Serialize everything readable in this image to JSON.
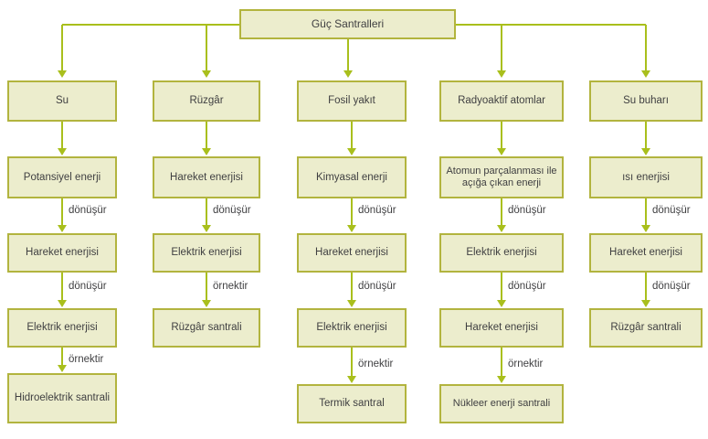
{
  "diagram": {
    "title": "Güç Santralleri",
    "colors": {
      "box_fill": "#ecedcd",
      "box_border": "#b2b43e",
      "connector": "#a9bf1c",
      "text": "#3f3f41"
    },
    "columns": [
      {
        "id": "su",
        "nodes": [
          "Su",
          "Potansiyel enerji",
          "Hareket enerjisi",
          "Elektrik enerjisi",
          "Hidroelektrik santrali"
        ],
        "edges": [
          "",
          "dönüşür",
          "dönüşür",
          "örnektir"
        ]
      },
      {
        "id": "ruzgar",
        "nodes": [
          "Rüzgâr",
          "Hareket enerjisi",
          "Elektrik enerjisi",
          "Rüzgâr santrali"
        ],
        "edges": [
          "",
          "dönüşür",
          "örnektir"
        ]
      },
      {
        "id": "fosil-yakit",
        "nodes": [
          "Fosil yakıt",
          "Kimyasal enerji",
          "Hareket enerjisi",
          "Elektrik enerjisi",
          "Termik santral"
        ],
        "edges": [
          "",
          "dönüşür",
          "dönüşür",
          "örnektir"
        ]
      },
      {
        "id": "radyoaktif-atomlar",
        "nodes": [
          "Radyoaktif atomlar",
          "Atomun parçalanması ile açığa çıkan enerji",
          "Elektrik enerjisi",
          "Hareket enerjisi",
          "Nükleer enerji santrali"
        ],
        "edges": [
          "",
          "dönüşür",
          "dönüşür",
          "örnektir"
        ]
      },
      {
        "id": "su-buhari",
        "nodes": [
          "Su buharı",
          "ısı enerjisi",
          "Hareket enerjisi",
          "Rüzgâr santrali"
        ],
        "edges": [
          "",
          "dönüşür",
          "dönüşür"
        ]
      }
    ]
  }
}
